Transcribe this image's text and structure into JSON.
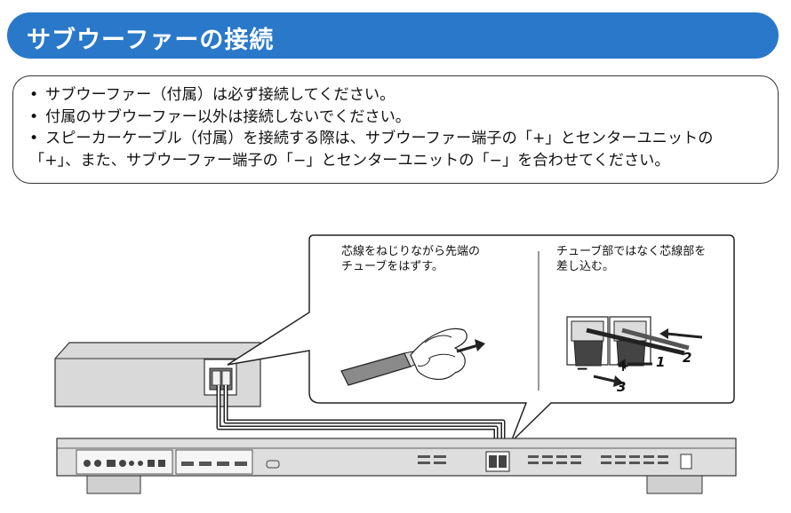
{
  "header": {
    "title": "サブウーファーの接続"
  },
  "notes": {
    "items": [
      "サブウーファー（付属）は必ず接続してください。",
      "付属のサブウーファー以外は接続しないでください。",
      "スピーカーケーブル（付属）を接続する際は、サブウーファー端子の「+」とセンターユニットの",
      "「+」、また、サブウーファー端子の「−」とセンターユニットの「−」を合わせてください。"
    ]
  },
  "illustration": {
    "caption_left_line1": "芯線をねじりながら先端の",
    "caption_left_line2": "チューブをはずす。",
    "caption_right_line1": "チューブ部ではなく芯線部を",
    "caption_right_line2": "差し込む。",
    "label_plus": "+",
    "label_minus": "−",
    "step_1": "1",
    "step_2": "2",
    "step_3": "3"
  }
}
